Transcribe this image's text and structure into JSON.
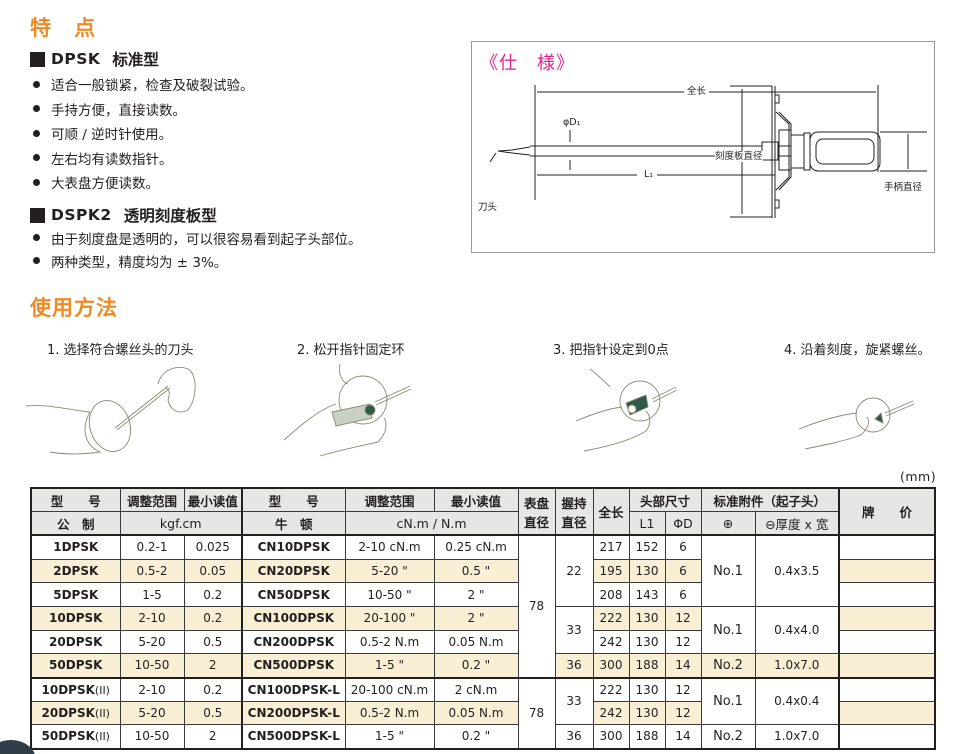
{
  "features": {
    "title": "特 点",
    "sections": [
      {
        "model": "DPSK",
        "type": "标准型",
        "bullets": [
          "适合一般锁紧，检查及破裂试验。",
          "手持方便，直接读数。",
          "可顺 / 逆时针使用。",
          "左右均有读数指针。",
          "大表盘方便读数。"
        ]
      },
      {
        "model": "DSPK2",
        "type": "透明刻度板型",
        "bullets": [
          "由于刻度盘是透明的，可以很容易看到起子头部位。",
          "两种类型，精度均为 ± 3%。"
        ]
      }
    ]
  },
  "spec_diagram": {
    "title": "《仕　様》",
    "labels": {
      "total_length": "全长",
      "shaft_diameter": "φD₁",
      "dial_diameter": "刻度板直径",
      "handle_diameter": "手柄直径",
      "bit": "刀头",
      "l1": "L₁"
    },
    "title_color": "#e22490"
  },
  "usage": {
    "title": "使用方法",
    "steps": [
      {
        "label": "1. 选择符合螺丝头的刀头",
        "icon": "hand-selecting-bit-illustration"
      },
      {
        "label": "2. 松开指针固定环",
        "icon": "hand-loosening-ring-illustration"
      },
      {
        "label": "3. 把指针设定到0点",
        "icon": "hand-setting-pointer-illustration"
      },
      {
        "label": "4. 沿着刻度，旋紧螺丝。",
        "icon": "hand-tightening-screw-illustration"
      }
    ]
  },
  "table": {
    "unit": "(mm)",
    "header": {
      "model": "型　　号",
      "adjust_range": "调整范围",
      "min_reading": "最小读值",
      "model_n": "型　　号",
      "adjust_range_n": "调整范围",
      "min_reading_n": "最小读值",
      "dial_dia_1": "表盘",
      "dial_dia_2": "直径",
      "grip_dia_1": "握持",
      "grip_dia_2": "直径",
      "total_length": "全长",
      "head_size": "头部尺寸",
      "accessory": "标准附件（起子头）",
      "price": "牌　　价",
      "metric": "公　制",
      "unit_kgf": "kgf.cm",
      "newton": "牛　顿",
      "unit_cn": "cN.m / N.m",
      "l1": "L1",
      "phid": "ΦD",
      "plus": "⊕",
      "minus": "⊖厚度 x 宽"
    },
    "rows": [
      {
        "model": "1DPSK",
        "range": "0.2-1",
        "min": "0.025",
        "model_n": "CN10DPSK",
        "range_n": "2-10 cN.m",
        "min_n": "0.25 cN.m",
        "length": "217",
        "l1": "152",
        "phid": "6",
        "price": ""
      },
      {
        "model": "2DPSK",
        "range": "0.5-2",
        "min": "0.05",
        "model_n": "CN20DPSK",
        "range_n": "5-20 \"",
        "min_n": "0.5 \"",
        "length": "195",
        "l1": "130",
        "phid": "6",
        "price": ""
      },
      {
        "model": "5DPSK",
        "range": "1-5",
        "min": "0.2",
        "model_n": "CN50DPSK",
        "range_n": "10-50 \"",
        "min_n": "2 \"",
        "length": "208",
        "l1": "143",
        "phid": "6",
        "price": ""
      },
      {
        "model": "10DPSK",
        "range": "2-10",
        "min": "0.2",
        "model_n": "CN100DPSK",
        "range_n": "20-100 \"",
        "min_n": "2 \"",
        "length": "222",
        "l1": "130",
        "phid": "12",
        "price": ""
      },
      {
        "model": "20DPSK",
        "range": "5-20",
        "min": "0.5",
        "model_n": "CN200DPSK",
        "range_n": "0.5-2 N.m",
        "min_n": "0.05 N.m",
        "length": "242",
        "l1": "130",
        "phid": "12",
        "price": ""
      },
      {
        "model": "50DPSK",
        "range": "10-50",
        "min": "2",
        "model_n": "CN500DPSK",
        "range_n": "1-5 \"",
        "min_n": "0.2 \"",
        "length": "300",
        "l1": "188",
        "phid": "14",
        "price": ""
      },
      {
        "model": "10DPSK",
        "suffix": "(II)",
        "range": "2-10",
        "min": "0.2",
        "model_n": "CN100DPSK-L",
        "range_n": "20-100 cN.m",
        "min_n": "2 cN.m",
        "length": "222",
        "l1": "130",
        "phid": "12",
        "price": ""
      },
      {
        "model": "20DPSK",
        "suffix": "(II)",
        "range": "5-20",
        "min": "0.5",
        "model_n": "CN200DPSK-L",
        "range_n": "0.5-2 N.m",
        "min_n": "0.05 N.m",
        "length": "242",
        "l1": "130",
        "phid": "12",
        "price": ""
      },
      {
        "model": "50DPSK",
        "suffix": "(II)",
        "range": "10-50",
        "min": "2",
        "model_n": "CN500DPSK-L",
        "range_n": "1-5 \"",
        "min_n": "0.2 \"",
        "length": "300",
        "l1": "188",
        "phid": "14",
        "price": ""
      }
    ],
    "merged": {
      "dial_dia_group1": "78",
      "dial_dia_group2": "78",
      "grip_22": "22",
      "grip_33a": "33",
      "grip_36a": "36",
      "grip_33b": "33",
      "grip_36b": "36",
      "plus_no1_a": "No.1",
      "minus_a": "0.4x3.5",
      "plus_no1_b": "No.1",
      "minus_b": "0.4x4.0",
      "plus_no2_a": "No.2",
      "minus_c": "1.0x7.0",
      "plus_no1_c": "No.1",
      "minus_d": "0.4x0.4",
      "plus_no2_b": "No.2",
      "minus_e": "1.0x7.0"
    },
    "colors": {
      "header_bg": "#e6e6e5",
      "highlight_row_bg": "#f8efd4",
      "heading_orange": "#f08a24"
    }
  }
}
